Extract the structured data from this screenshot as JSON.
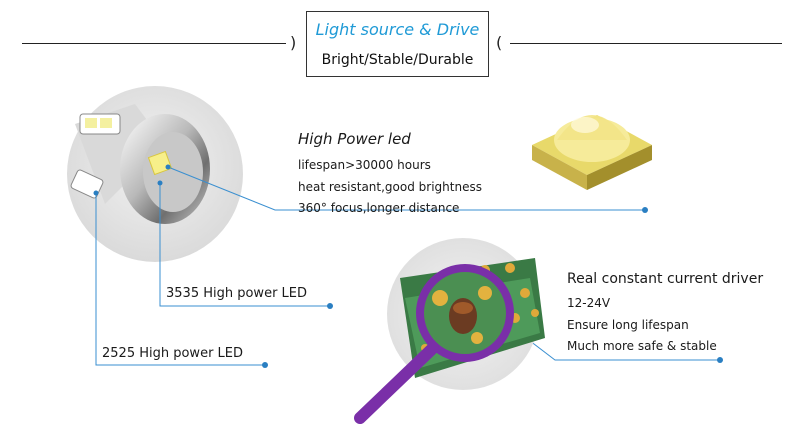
{
  "header": {
    "title": "Light source & Drive",
    "subtitle": "Bright/Stable/Durable",
    "title_color": "#1f9ad6"
  },
  "high_power": {
    "heading": "High Power led",
    "lines": [
      "lifespan>30000 hours",
      "heat resistant,good brightness",
      "360° focus,longer distance"
    ]
  },
  "callouts": {
    "led_3535": "3535 High power LED",
    "led_2525": "2525 High power LED"
  },
  "driver": {
    "heading": "Real constant current driver",
    "lines": [
      "12-24V",
      "Ensure long lifespan",
      "Much more safe & stable"
    ]
  },
  "colors": {
    "accent_line": "#3a8fd0",
    "magnifier": "#7a2fa8"
  }
}
